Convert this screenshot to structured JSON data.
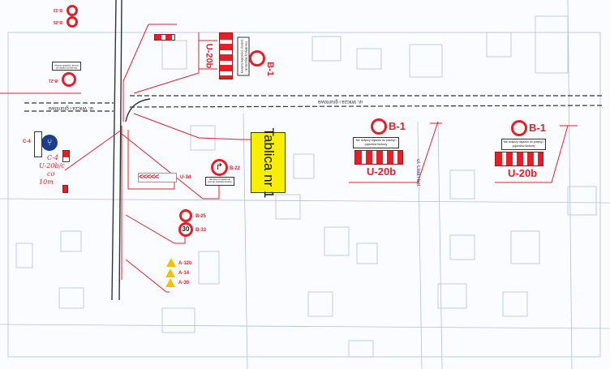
{
  "board": {
    "label": "Tablica nr 1"
  },
  "streets": {
    "main": "ul. Wilcza i gruntowa",
    "main_left": "ul. Wilcza i gruntowa",
    "side": "ul. Lisia i bel."
  },
  "info_plate": "Nie dotyczy dojazdu do posesji i pojazdów budowy",
  "signs": {
    "b1_top": "B-1",
    "u20b_top": "U-20b",
    "b1_mid": "B-1",
    "u20b_mid": "U-20b",
    "b1_right": "B-1",
    "u20b_right": "U-20b",
    "b22": "B-22",
    "u3d": "U-3d",
    "b25": "B-25",
    "b33": "B-33",
    "b33_value": "30",
    "a12b": "A-12b",
    "a14": "A-14",
    "a30": "A-30",
    "b21": "B-21",
    "b33_topleft": "B-33",
    "b25_topleft": "B-25",
    "c4": "C-4"
  },
  "handwritten_note": [
    "C-4",
    "U-20b/c",
    "co",
    "10m"
  ],
  "colors": {
    "sign_red": "#e3202a",
    "board_yellow": "#f7ee00",
    "mandatory_blue": "#1d3f8a",
    "warning_yellow": "#f2c400"
  }
}
